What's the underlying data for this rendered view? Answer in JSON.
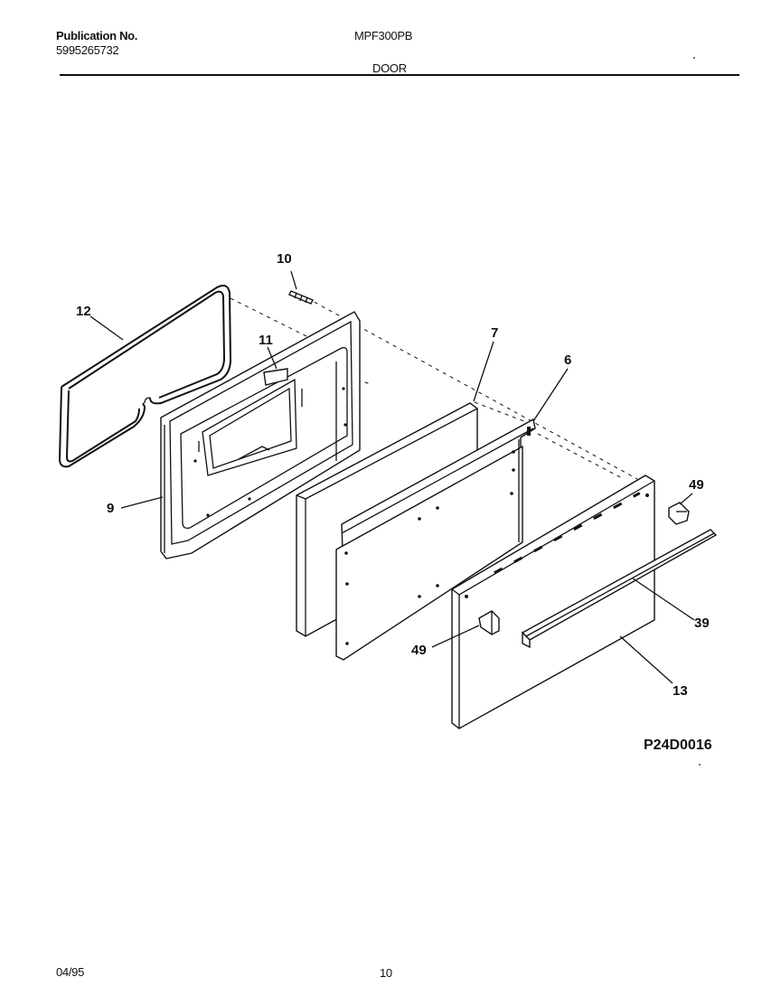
{
  "header": {
    "publication_label": "Publication No.",
    "publication_number": "5995265732",
    "model": "MPF300PB",
    "section_title": "DOOR"
  },
  "callouts": {
    "c10": "10",
    "c12": "12",
    "c11": "11",
    "c7": "7",
    "c6": "6",
    "c49a": "49",
    "c9": "9",
    "c39": "39",
    "c49b": "49",
    "c13": "13"
  },
  "drawing_code": "P24D0016",
  "footer": {
    "date": "04/95",
    "page": "10"
  }
}
